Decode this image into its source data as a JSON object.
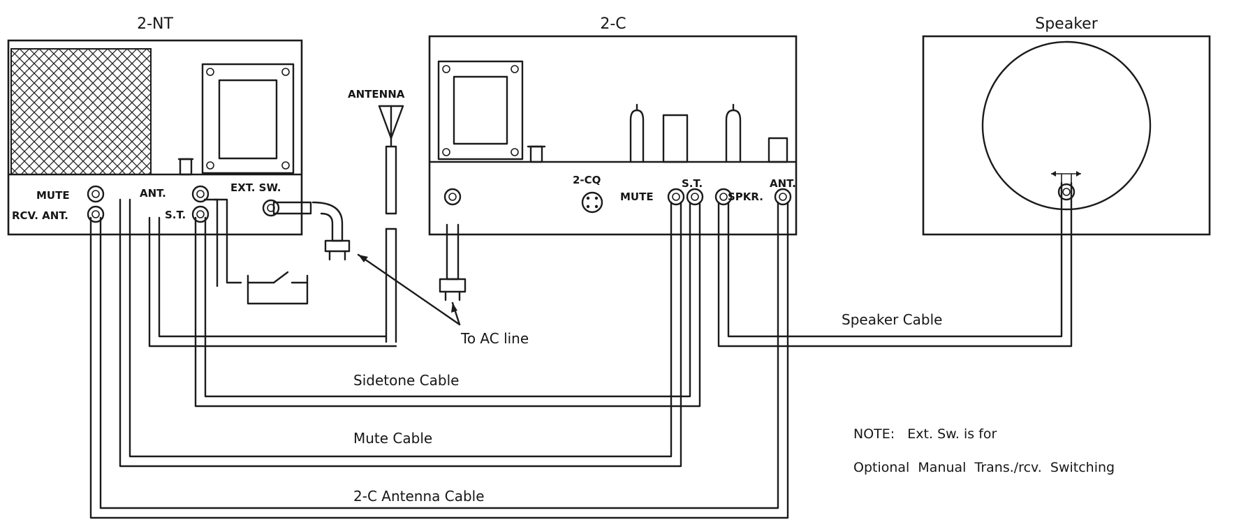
{
  "units": {
    "left": "2-NT",
    "center": "2-C",
    "right": "Speaker"
  },
  "labels_2nt": {
    "mute": "MUTE",
    "rcv_ant": "RCV. ANT.",
    "ant": "ANT.",
    "st": "S.T.",
    "ext_sw": "EXT. SW."
  },
  "labels_2c": {
    "cq": "2-CQ",
    "mute": "MUTE",
    "st": "S.T.",
    "spkr": "SPKR.",
    "ant": "ANT."
  },
  "antenna": "ANTENNA",
  "ac_line": "To AC line",
  "cables": {
    "speaker": "Speaker Cable",
    "sidetone": "Sidetone Cable",
    "mute": "Mute Cable",
    "antenna_2c": "2-C Antenna Cable"
  },
  "note": {
    "line1": "NOTE:   Ext. Sw. is for",
    "line2": "Optional  Manual  Trans./rcv.  Switching"
  }
}
